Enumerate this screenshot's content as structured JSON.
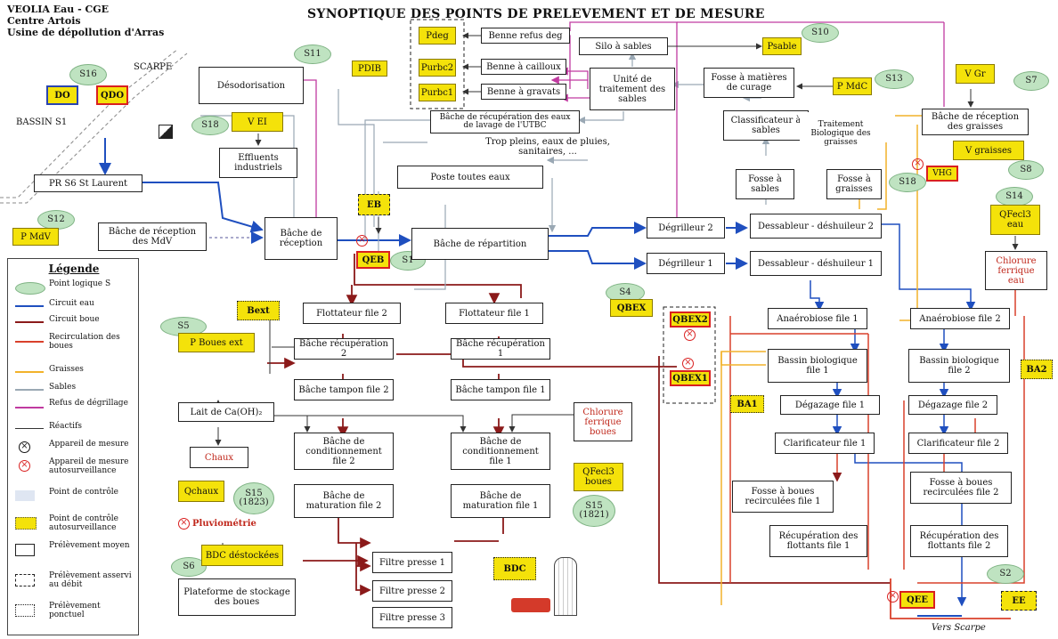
{
  "header": {
    "line1": "VEOLIA Eau - CGE",
    "line2": "Centre Artois",
    "line3": "Usine de dépollution d'Arras"
  },
  "title": "SYNOPTIQUE DES POINTS DE PRELEVEMENT ET DE MESURE",
  "labels": {
    "scarpe": "SCARPE",
    "bassin_s1": "BASSIN S1",
    "do": "DO",
    "qdo": "QDO",
    "pr_s6": "PR S6 St Laurent",
    "pmdv": "P MdV",
    "bache_mdv": "Bâche de réception des MdV",
    "desodorisation": "Désodorisation",
    "pdib": "PDIB",
    "pdeg": "Pdeg",
    "purbc2": "Purbc2",
    "purbc1": "Purbc1",
    "benne_refus": "Benne refus deg",
    "benne_cailloux": "Benne à cailloux",
    "benne_gravats": "Benne à gravats",
    "bache_utbc": "Bâche de récupération des eaux de lavage de l'UTBC",
    "silo_sables": "Silo à sables",
    "psable": "Psable",
    "unite_sables": "Unité de traitement des sables",
    "fosse_curage": "Fosse à matières de curage",
    "pmdc": "P MdC",
    "vgr": "V Gr",
    "bache_graisses": "Bâche de réception des graisses",
    "classificateur": "Classificateur à sables",
    "trait_bio": "Traitement Biologique des graisses",
    "vgraisses": "V graisses",
    "vhg": "VHG",
    "fosse_sables": "Fosse à sables",
    "fosse_graisses": "Fosse à graisses",
    "vei": "V EI",
    "effluents": "Effluents industriels",
    "trop_pleins": "Trop pleins, eaux de pluies, sanitaires, ...",
    "poste_toutes": "Poste toutes eaux",
    "eb": "EB",
    "bache_reception": "Bâche de réception",
    "qeb": "QEB",
    "bache_repartition": "Bâche de répartition",
    "degrilleur2": "Dégrilleur 2",
    "degrilleur1": "Dégrilleur 1",
    "dessableur2": "Dessableur - déshuileur 2",
    "dessableur1": "Dessableur - déshuileur 1",
    "qfecl3_eau": "QFecl3 eau",
    "chlorure_eau": "Chlorure ferrique eau",
    "qbex": "QBEX",
    "qbex2": "QBEX2",
    "qbex1": "QBEX1",
    "flottateur2": "Flottateur file 2",
    "flottateur1": "Flottateur file 1",
    "bext": "Bext",
    "pboues": "P Boues ext",
    "bache_recup2": "Bâche récupération 2",
    "bache_recup1": "Bâche récupération 1",
    "tampon2": "Bâche tampon file 2",
    "tampon1": "Bâche tampon file 1",
    "lait": "Lait de Ca(OH)₂",
    "chlorure_boues": "Chlorure ferrique boues",
    "chaux": "Chaux",
    "qchaux": "Qchaux",
    "cond2": "Bâche de conditionnement file 2",
    "cond1": "Bâche de conditionnement file 1",
    "qfecl3_boues": "QFecl3 boues",
    "mat2": "Bâche de maturation file 2",
    "mat1": "Bâche de maturation file 1",
    "pluvio": "Pluviométrie",
    "bdc_destock": "BDC déstockées",
    "plateforme": "Plateforme de stockage des boues",
    "fp1": "Filtre presse 1",
    "fp2": "Filtre presse 2",
    "fp3": "Filtre presse 3",
    "bdc": "BDC",
    "anaerobie1": "Anaérobiose file 1",
    "anaerobie2": "Anaérobiose file 2",
    "bassin_bio1": "Bassin biologique file 1",
    "bassin_bio2": "Bassin biologique file 2",
    "ba1": "BA1",
    "ba2": "BA2",
    "degazage1": "Dégazage file 1",
    "degazage2": "Dégazage file 2",
    "clarif1": "Clarificateur file 1",
    "clarif2": "Clarificateur file 2",
    "fosse_boues1": "Fosse à boues recirculées file 1",
    "fosse_boues2": "Fosse à boues recirculées file 2",
    "recup_flott1": "Récupération des flottants file 1",
    "recup_flott2": "Récupération des flottants file 2",
    "qee": "QEE",
    "ee": "EE",
    "vers_scarpe": "Vers Scarpe"
  },
  "points": {
    "s1": "S1",
    "s2": "S2",
    "s4": "S4",
    "s5": "S5",
    "s6": "S6",
    "s7": "S7",
    "s8": "S8",
    "s10": "S10",
    "s11": "S11",
    "s12": "S12",
    "s13": "S13",
    "s14": "S14",
    "s15a": "S15 (1823)",
    "s15b": "S15 (1821)",
    "s16": "S16",
    "s18a": "S18",
    "s18b": "S18"
  },
  "legend": {
    "title": "Légende",
    "items": [
      {
        "label": "Point logique S",
        "color": "#bfe3c1"
      },
      {
        "label": "Circuit eau",
        "color": "#1f4fbf"
      },
      {
        "label": "Circuit boue",
        "color": "#8b1a1a"
      },
      {
        "label": "Recirculation des boues",
        "color": "#d9412b"
      },
      {
        "label": "Graisses",
        "color": "#f2b22a"
      },
      {
        "label": "Sables",
        "color": "#9aa8b4"
      },
      {
        "label": "Refus de dégrillage",
        "color": "#c03aa0"
      },
      {
        "label": "Réactifs",
        "color": "#333333"
      },
      {
        "label": "Appareil de mesure"
      },
      {
        "label": "Appareil de mesure autosurveillance"
      },
      {
        "label": "Point de contrôle"
      },
      {
        "label": "Point de contrôle autosurveillance"
      },
      {
        "label": "Prélèvement moyen"
      },
      {
        "label": "Prélèvement asservi au débit"
      },
      {
        "label": "Prélèvement ponctuel"
      }
    ]
  }
}
